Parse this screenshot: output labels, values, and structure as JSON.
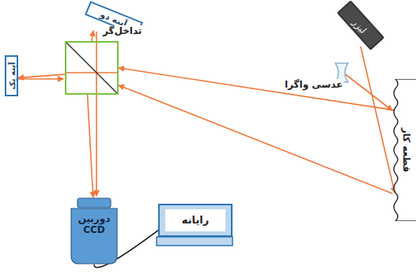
{
  "diagram": {
    "nodes": [
      {
        "text": [
          "لیزر"
        ]
      },
      {
        "text": [
          "آینه دو"
        ]
      },
      {
        "text": [
          "تداخل‌گر"
        ]
      },
      {
        "text": [
          "آینه یک"
        ]
      },
      {
        "text": [
          "قطعه کار"
        ]
      },
      {
        "text": [
          "دوربین CCD"
        ]
      },
      {
        "text": [
          "رایانه"
        ]
      }
    ],
    "edges": [
      {
        "from": 0,
        "to": 4,
        "arrow": "to"
      },
      {
        "from": 4,
        "to": 2,
        "arrow": "to"
      },
      {
        "from": 2,
        "to": 3,
        "arrow": "to"
      },
      {
        "from": 2,
        "to": 5,
        "arrow": "to"
      },
      {
        "from": 5,
        "to": 6,
        "arrow": "none"
      }
    ],
    "labels": [
      "عدسی واگرا"
    ]
  }
}
